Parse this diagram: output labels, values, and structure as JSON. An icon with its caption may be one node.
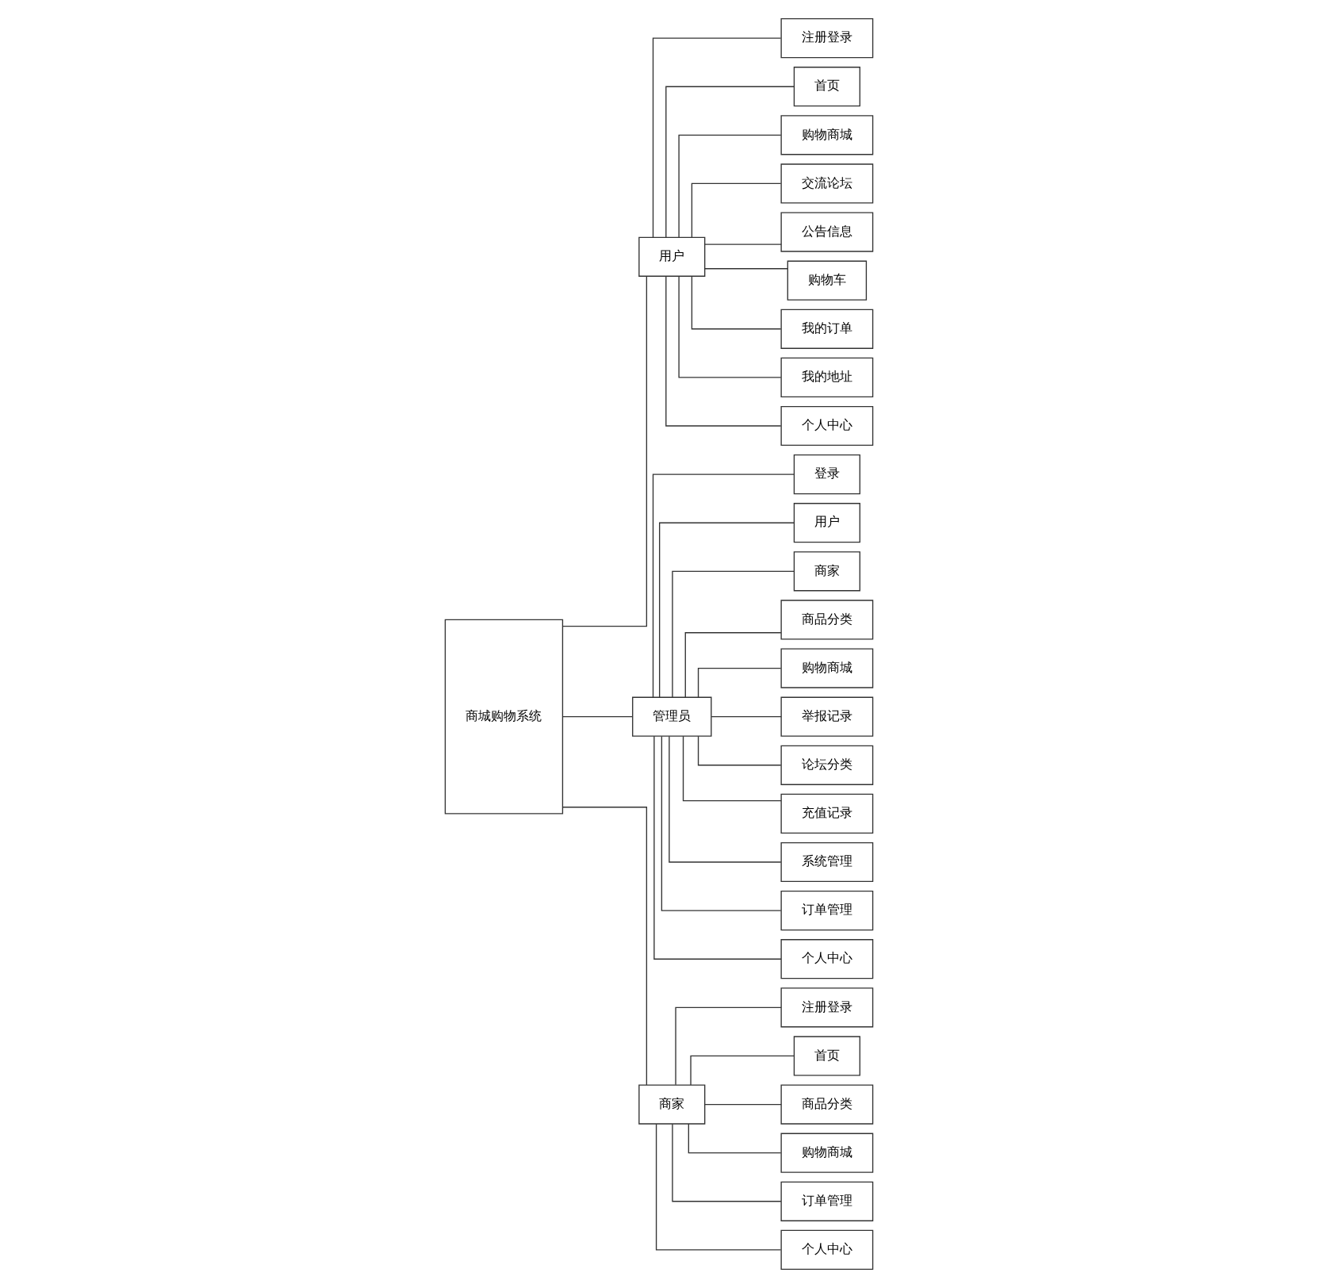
{
  "diagram": {
    "nodes": [
      {
        "text": [
          "商城购物系统"
        ]
      },
      {
        "text": [
          "用户"
        ]
      },
      {
        "text": [
          "注册登录"
        ]
      },
      {
        "text": [
          "首页"
        ]
      },
      {
        "text": [
          "购物商城"
        ]
      },
      {
        "text": [
          "交流论坛"
        ]
      },
      {
        "text": [
          "公告信息"
        ]
      },
      {
        "text": [
          "购物车"
        ]
      },
      {
        "text": [
          "我的订单"
        ]
      },
      {
        "text": [
          "我的地址"
        ]
      },
      {
        "text": [
          "个人中心"
        ]
      },
      {
        "text": [
          "管理员"
        ]
      },
      {
        "text": [
          "登录"
        ]
      },
      {
        "text": [
          "用户"
        ]
      },
      {
        "text": [
          "商家"
        ]
      },
      {
        "text": [
          "商品分类"
        ]
      },
      {
        "text": [
          "购物商城"
        ]
      },
      {
        "text": [
          "举报记录"
        ]
      },
      {
        "text": [
          "论坛分类"
        ]
      },
      {
        "text": [
          "充值记录"
        ]
      },
      {
        "text": [
          "系统管理"
        ]
      },
      {
        "text": [
          "订单管理"
        ]
      },
      {
        "text": [
          "个人中心"
        ]
      },
      {
        "text": [
          "商家"
        ]
      },
      {
        "text": [
          "注册登录"
        ]
      },
      {
        "text": [
          "首页"
        ]
      },
      {
        "text": [
          "商品分类"
        ]
      },
      {
        "text": [
          "购物商城"
        ]
      },
      {
        "text": [
          "订单管理"
        ]
      },
      {
        "text": [
          "个人中心"
        ]
      }
    ],
    "edges": [
      {
        "from": 0,
        "to": 1,
        "arrow": "none"
      },
      {
        "from": 0,
        "to": 11,
        "arrow": "none"
      },
      {
        "from": 0,
        "to": 23,
        "arrow": "none"
      },
      {
        "from": 1,
        "to": 2,
        "arrow": "none"
      },
      {
        "from": 1,
        "to": 3,
        "arrow": "none"
      },
      {
        "from": 1,
        "to": 4,
        "arrow": "none"
      },
      {
        "from": 1,
        "to": 5,
        "arrow": "none"
      },
      {
        "from": 1,
        "to": 6,
        "arrow": "none"
      },
      {
        "from": 1,
        "to": 7,
        "arrow": "none"
      },
      {
        "from": 1,
        "to": 8,
        "arrow": "none"
      },
      {
        "from": 1,
        "to": 9,
        "arrow": "none"
      },
      {
        "from": 1,
        "to": 10,
        "arrow": "none"
      },
      {
        "from": 11,
        "to": 12,
        "arrow": "none"
      },
      {
        "from": 11,
        "to": 13,
        "arrow": "none"
      },
      {
        "from": 11,
        "to": 14,
        "arrow": "none"
      },
      {
        "from": 11,
        "to": 15,
        "arrow": "none"
      },
      {
        "from": 11,
        "to": 16,
        "arrow": "none"
      },
      {
        "from": 11,
        "to": 17,
        "arrow": "none"
      },
      {
        "from": 11,
        "to": 18,
        "arrow": "none"
      },
      {
        "from": 11,
        "to": 19,
        "arrow": "none"
      },
      {
        "from": 11,
        "to": 20,
        "arrow": "none"
      },
      {
        "from": 11,
        "to": 21,
        "arrow": "none"
      },
      {
        "from": 11,
        "to": 22,
        "arrow": "none"
      },
      {
        "from": 23,
        "to": 24,
        "arrow": "none"
      },
      {
        "from": 23,
        "to": 25,
        "arrow": "none"
      },
      {
        "from": 23,
        "to": 26,
        "arrow": "none"
      },
      {
        "from": 23,
        "to": 27,
        "arrow": "none"
      },
      {
        "from": 23,
        "to": 28,
        "arrow": "none"
      },
      {
        "from": 23,
        "to": 29,
        "arrow": "none"
      }
    ]
  }
}
